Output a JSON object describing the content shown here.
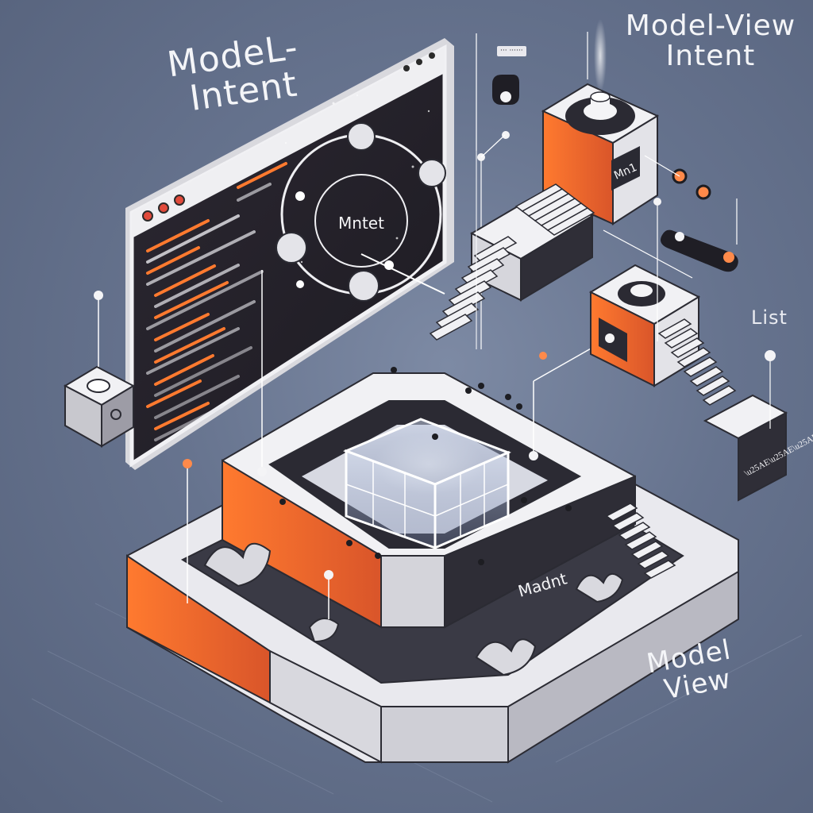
{
  "labels": {
    "model_intent_line1": "ModeL-",
    "model_intent_line2": "Intent",
    "model_view_intent_line1": "Model-View",
    "model_view_intent_line2": "Intent",
    "list": "List",
    "model_view_line1": "Model",
    "model_view_line2": "View",
    "circle_center": "Mntet",
    "block_label": "Mn1",
    "platform_label": "Madnt",
    "tiny_tag": "··· ······"
  },
  "colors": {
    "background": "#66738e",
    "screen": "#26232b",
    "accent_orange": "#ff7a2f",
    "platform": "#eeeeF1"
  },
  "icons": [
    "window-icon",
    "cycle-diagram-icon",
    "staircase-icon",
    "cube-icon",
    "toggle-icon"
  ]
}
